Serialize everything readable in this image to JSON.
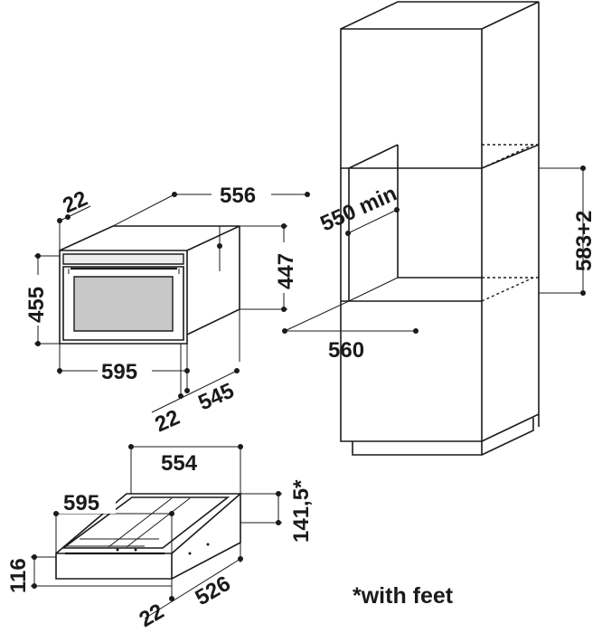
{
  "oven": {
    "width": "595",
    "depth": "556",
    "height": "455",
    "inner_height": "447",
    "top_offset": "22",
    "side_offset": "22",
    "side_depth": "545"
  },
  "cabinet": {
    "niche_depth": "550 min",
    "niche_width": "560",
    "niche_height": "583+2"
  },
  "drawer": {
    "width": "595",
    "depth": "554",
    "height": "116",
    "height_with_feet": "141,5*",
    "side_offset": "22",
    "side_depth": "526"
  },
  "note": "*with feet",
  "colors": {
    "line": "#1a1a1a",
    "glass": "#c8c8c8",
    "background": "#ffffff"
  }
}
